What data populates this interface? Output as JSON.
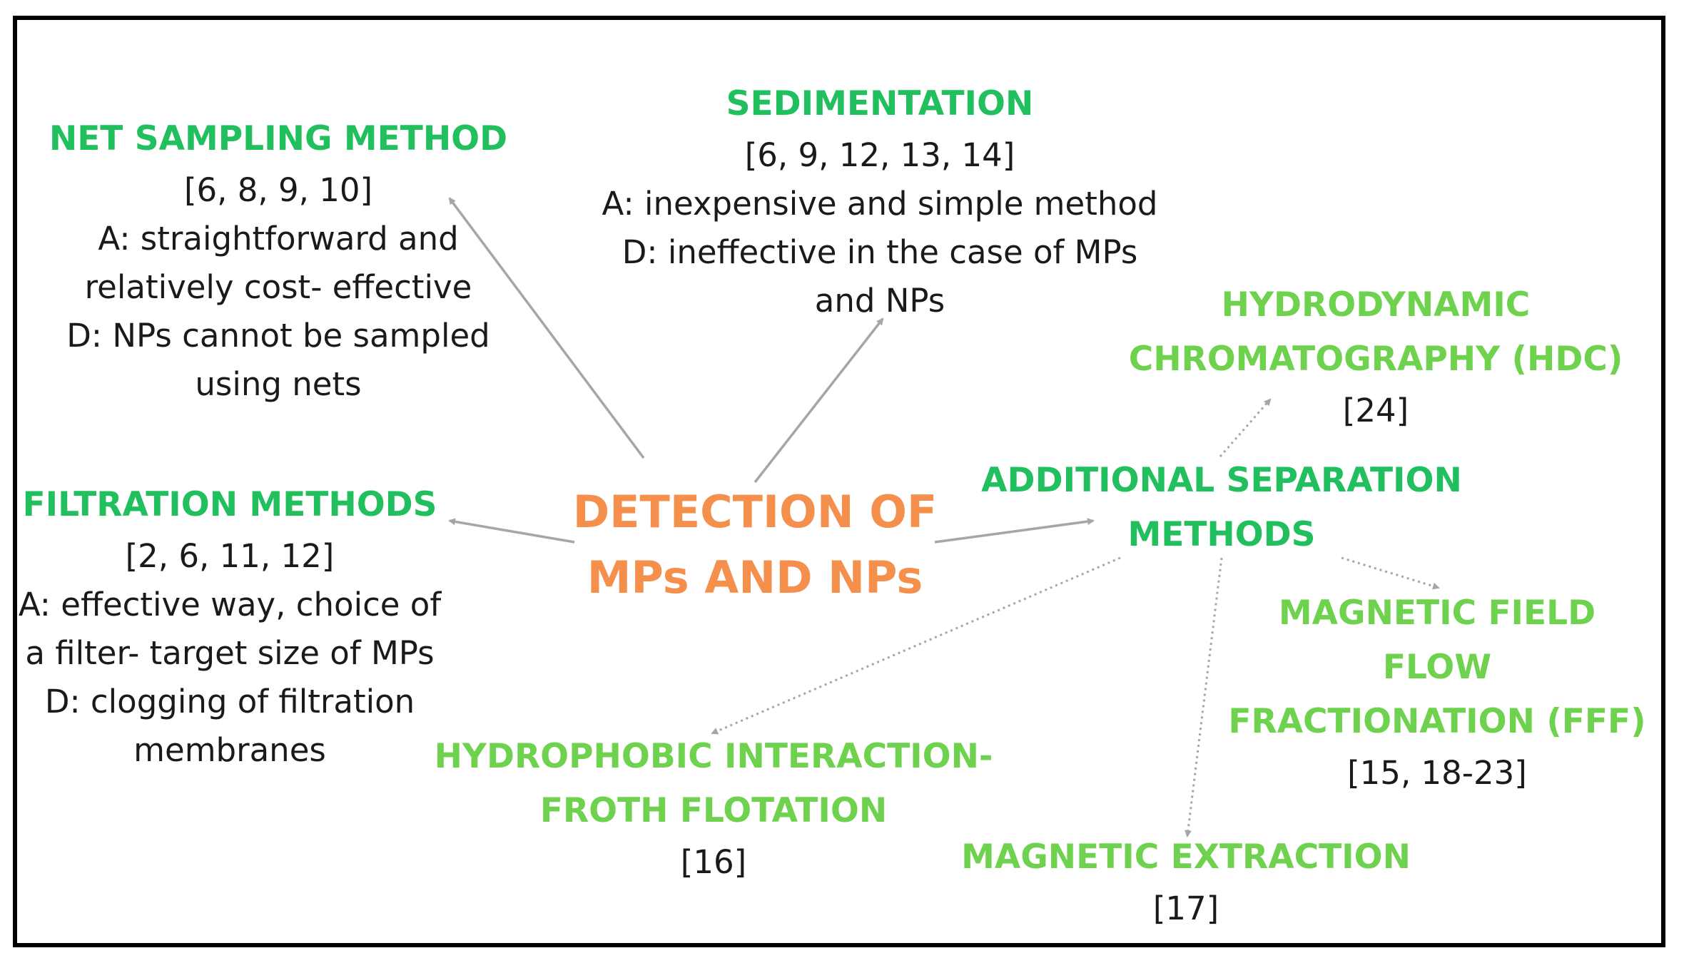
{
  "colors": {
    "center": "#f58f4c",
    "primary_heading": "#22bf5e",
    "secondary_heading": "#6fd24f",
    "text": "#1a1a1a",
    "solid_arrow": "#a6a6a6",
    "dotted_arrow": "#a6a6a6",
    "frame": "#000000"
  },
  "center": {
    "lines": [
      "DETECTION OF",
      "MPs AND NPs"
    ]
  },
  "net_sampling": {
    "title": "NET SAMPLING METHOD",
    "refs": "[6, 8, 9, 10]",
    "details": [
      "A: straightforward and",
      "relatively cost- effective",
      "D: NPs cannot be sampled",
      "using nets"
    ]
  },
  "sedimentation": {
    "title": "SEDIMENTATION",
    "refs": "[6, 9, 12, 13, 14]",
    "details": [
      "A: inexpensive and simple method",
      "D:   ineffective in the case of MPs",
      "and NPs"
    ]
  },
  "filtration": {
    "title": "FILTRATION METHODS",
    "refs": "[2, 6, 11, 12]",
    "details": [
      "A: effective way, choice of",
      "a filter- target size of MPs",
      "D: clogging of filtration",
      "membranes"
    ]
  },
  "additional_separation": {
    "title_lines": [
      "ADDITIONAL SEPARATION",
      "METHODS"
    ]
  },
  "hdc": {
    "title_lines": [
      "HYDRODYNAMIC",
      "CHROMATOGRAPHY (HDC)"
    ],
    "refs": "[24]"
  },
  "magnetic_fff": {
    "title_lines": [
      "MAGNETIC FIELD",
      "FLOW",
      "FRACTIONATION (FFF)"
    ],
    "refs": "[15, 18-23]"
  },
  "magnetic_extraction": {
    "title": "MAGNETIC EXTRACTION",
    "refs": "[17]"
  },
  "froth_flotation": {
    "title_lines": [
      "HYDROPHOBIC INTERACTION-",
      "FROTH FLOTATION"
    ],
    "refs": "[16]"
  }
}
